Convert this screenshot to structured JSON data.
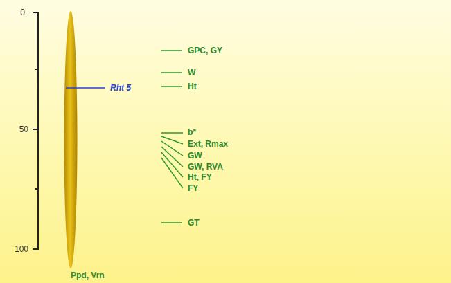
{
  "diagram": {
    "nodes": [
      {
        "text": [
          "Ppd, Vrn"
        ]
      }
    ],
    "labels": [
      "0",
      "50",
      "100",
      "Rht 5",
      "GPC, GY",
      "W",
      "Ht",
      "b*",
      "Ext, Rmax",
      "GW",
      "GW, RVA",
      "Ht, FY",
      "FY",
      "GT"
    ]
  }
}
